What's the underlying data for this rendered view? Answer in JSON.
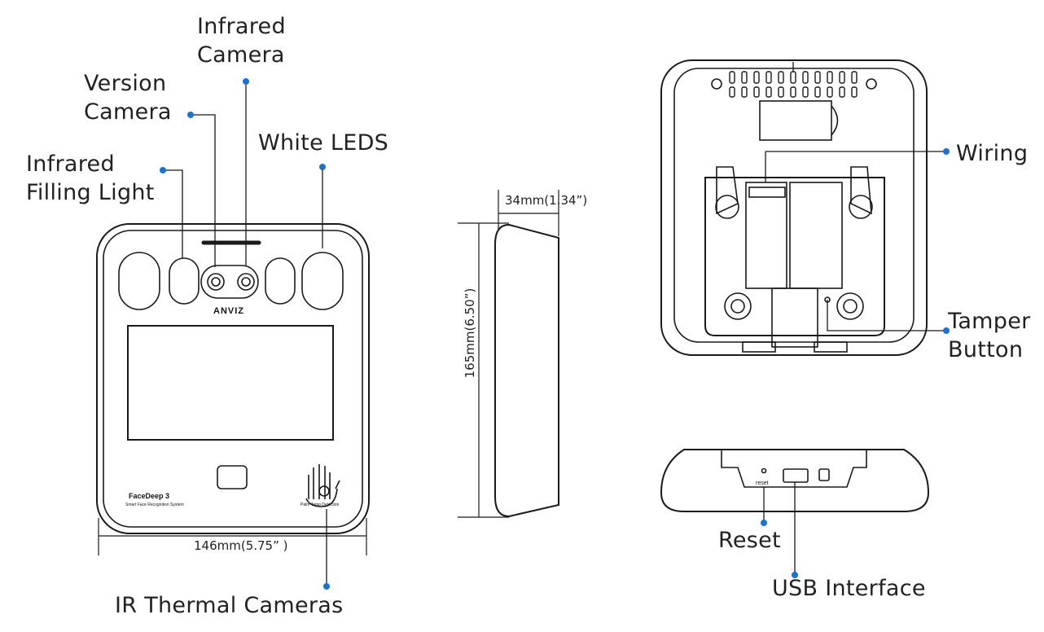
{
  "callouts": {
    "infrared_camera": [
      "Infrared",
      "Camera"
    ],
    "version_camera": [
      "Version",
      "Camera"
    ],
    "white_leds": "White LEDS",
    "infrared_filling_light": [
      "Infrared",
      "Filling Light"
    ],
    "ir_thermal_cameras": "IR Thermal Cameras",
    "wiring": "Wiring",
    "tamper_button": [
      "Tamper",
      "Button"
    ],
    "reset": "Reset",
    "usb_interface": "USB Interface"
  },
  "dimensions": {
    "width": "146mm(5.75” )",
    "depth": "34mm(1.34”)",
    "height": "165mm(6.50”)"
  },
  "device_text": {
    "brand": "ANVIZ",
    "model": "FaceDeep 3",
    "subtitle": "Smart Face Recognition System",
    "palm": "Palm Temp Detection",
    "reset_port": "reset"
  },
  "colors": {
    "line": "#1a1a1a",
    "dot": "#1a73d0"
  }
}
